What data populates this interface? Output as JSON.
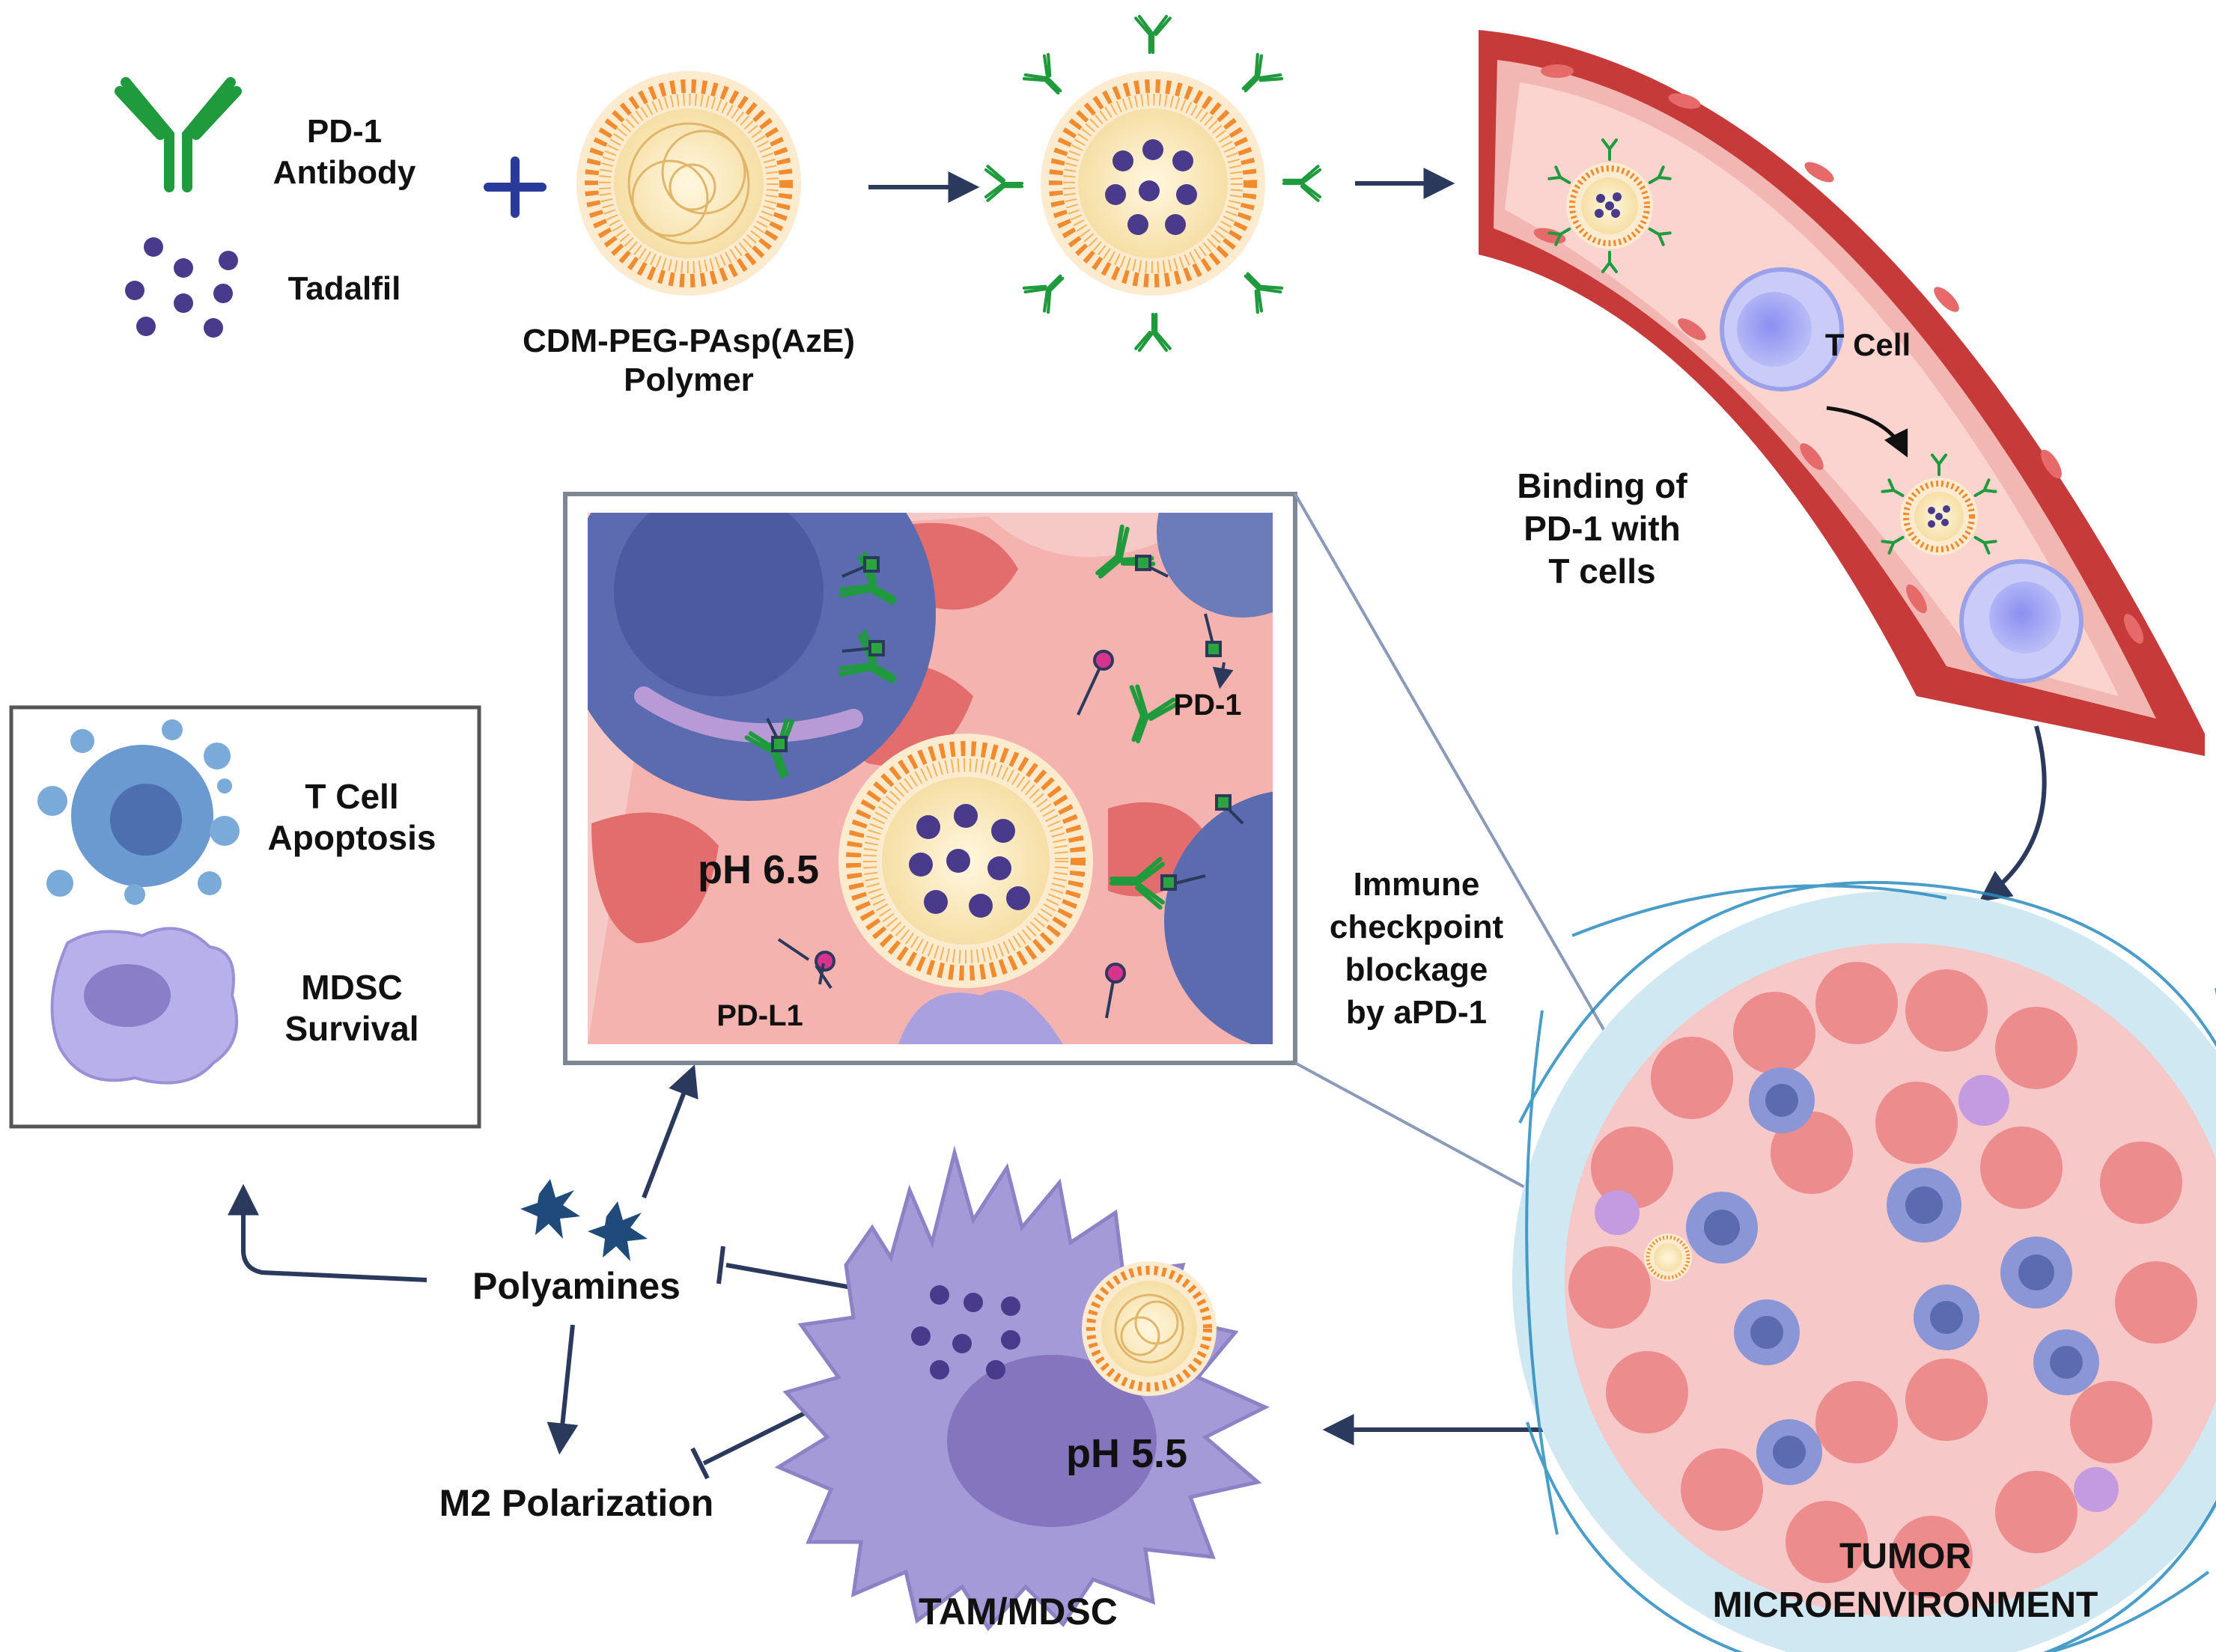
{
  "legend": {
    "antibody_line1": "PD-1",
    "antibody_line2": "Antibody",
    "drug": "Tadalfil",
    "polymer_line1": "CDM-PEG-PAsp(AzE)",
    "polymer_line2": "Polymer"
  },
  "vessel": {
    "t_cell": "T Cell",
    "binding_line1": "Binding of",
    "binding_line2": "PD-1 with",
    "binding_line3": "T cells"
  },
  "inset": {
    "ph": "pH 6.5",
    "pd1": "PD-1",
    "pdl1": "PD-L1"
  },
  "checkpoint": {
    "line1": "Immune",
    "line2": "checkpoint",
    "line3": "blockage",
    "line4": "by aPD-1"
  },
  "box": {
    "tcell_line1": "T Cell",
    "tcell_line2": "Apoptosis",
    "mdsc_line1": "MDSC",
    "mdsc_line2": "Survival"
  },
  "pathway": {
    "polyamines": "Polyamines",
    "m2": "M2 Polarization"
  },
  "tam": {
    "ph": "pH 5.5",
    "label": "TAM/MDSC"
  },
  "tumor": {
    "line1": "TUMOR",
    "line2": "MICROENVIRONMENT"
  },
  "colors": {
    "antibody": "#1f9a3c",
    "drug": "#4a3a8c",
    "shell": "#f28a2e",
    "arrow": "#2b3a5c",
    "vessel": "#d94a4a",
    "tam": "#a59ad8"
  }
}
